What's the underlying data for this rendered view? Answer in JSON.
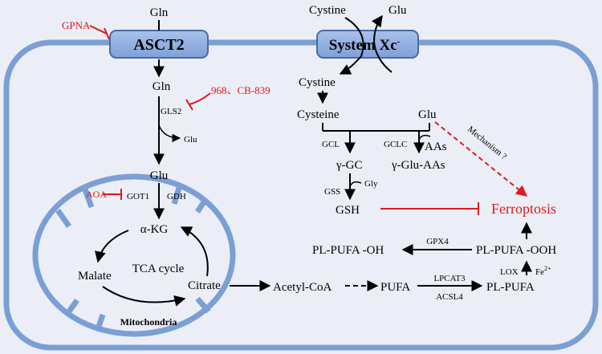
{
  "transporters": {
    "asct2": "ASCT2",
    "system_xc": "System Xc",
    "system_xc_sup": "-"
  },
  "top": {
    "gln_outside": "Gln",
    "cystine_outside": "Cystine",
    "glu_outside": "Glu"
  },
  "inhibitors": {
    "gpna": "GPNA",
    "gls2_inhibitors": "968、CB-839",
    "aoa": "AOA"
  },
  "glutaminolysis": {
    "gln_inside": "Gln",
    "gls2": "GLS2",
    "glu_side": "Glu",
    "glu_main": "Glu",
    "got1": "GOT1",
    "gdh": "GDH",
    "akg": "α-KG"
  },
  "tca": {
    "malate": "Malate",
    "tca_cycle": "TCA cycle",
    "citrate": "Citrate",
    "mitochondria": "Mitochondria"
  },
  "gsh_pathway": {
    "cystine_inside": "Cystine",
    "cysteine": "Cysteine",
    "glu": "Glu",
    "gcl": "GCL",
    "gclc": "GCLC",
    "aas": "AAs",
    "ggc": "γ-GC",
    "gglu_aas": "γ-Glu-AAs",
    "gss": "GSS",
    "gly": "Gly",
    "gsh": "GSH",
    "mechanism": "Mechanism ?"
  },
  "lipid": {
    "ferroptosis": "Ferroptosis",
    "pl_pufa_ooh": "PL-PUFA -OOH",
    "pl_pufa_oh": "PL-PUFA -OH",
    "gpx4": "GPX4",
    "lox": "LOX",
    "fe": "Fe",
    "fe_sup": "2+",
    "acetyl_coa": "Acetyl-CoA",
    "pufa": "PUFA",
    "lpcat3": "LPCAT3",
    "acsl4": "ACSL4",
    "pl_pufa": "PL-PUFA"
  },
  "colors": {
    "background": "#ebeef6",
    "membrane": "#7b9fd4",
    "transporter_fill": "#8eaee0",
    "inhibitor_red": "#e0191c"
  }
}
